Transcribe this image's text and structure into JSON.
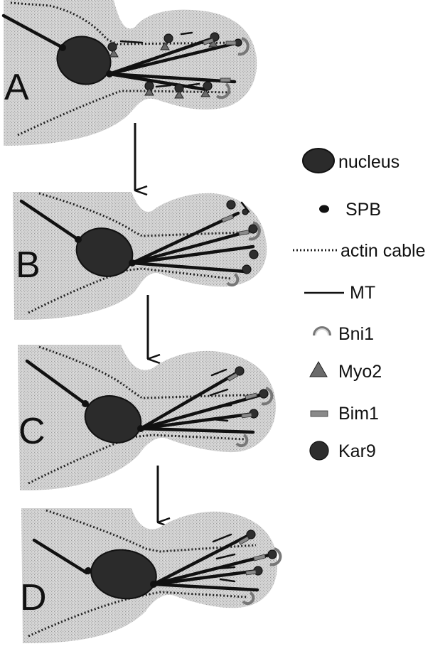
{
  "panels": [
    {
      "letter": "A"
    },
    {
      "letter": "B"
    },
    {
      "letter": "C"
    },
    {
      "letter": "D"
    }
  ],
  "legend": {
    "nucleus": "nucleus",
    "spb": "SPB",
    "actin": "actin cable",
    "mt": "MT",
    "bni1": "Bni1",
    "myo2": "Myo2",
    "bim1": "Bim1",
    "kar9": "Kar9"
  },
  "colors": {
    "cell": "#c9c9c9",
    "nucleus": "#2b2b2b",
    "kar9": "#2e2e2e",
    "myo2": "#6b6b6b",
    "bim1": "#8a8a8a",
    "bni1": "#777777"
  }
}
